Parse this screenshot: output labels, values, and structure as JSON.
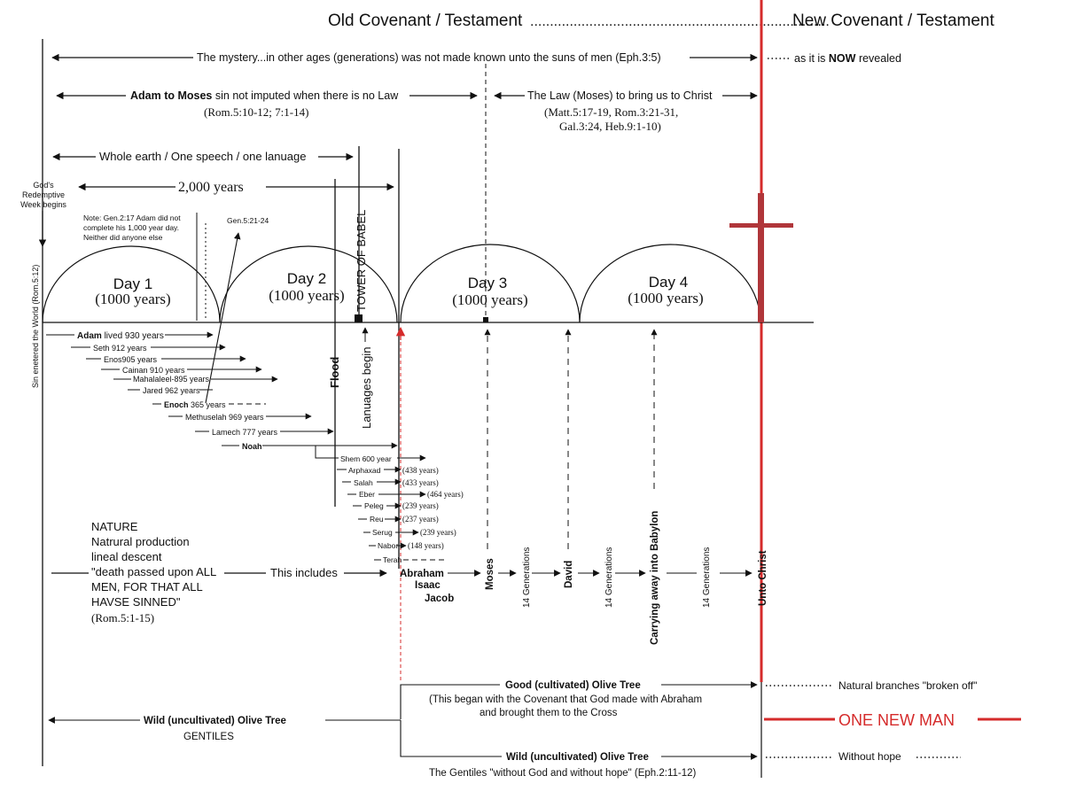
{
  "header": {
    "old_covenant": "Old Covenant / Testament",
    "dots": "............................................................................",
    "new_covenant": "New Covenant / Testament"
  },
  "mystery": {
    "text": "The mystery...in other ages (generations) was not made known unto the suns of men (Eph.3:5)",
    "revealed_prefix": "as it is ",
    "revealed_bold": "NOW",
    "revealed_suffix": " revealed"
  },
  "adam_moses": {
    "bold": "Adam to Moses",
    "text": " sin not imputed when there is no Law",
    "ref": "(Rom.5:10-12; 7:1-14)"
  },
  "law": {
    "line1": "The Law (Moses)  to bring us to Christ",
    "line2": "(Matt.5:17-19, Rom.3:21-31,",
    "line3": "Gal.3:24, Heb.9:1-10)"
  },
  "whole_earth": "Whole earth / One speech / one lanuage",
  "two_thousand": "2,000 years",
  "redemptive": [
    "God's",
    "Redemptive",
    "Week begins"
  ],
  "note": [
    "Note: Gen.2:17 Adam did not",
    "complete his 1,000 year day.",
    "Neither did anyone else"
  ],
  "gen_ref": "Gen.5:21-24",
  "days": [
    {
      "name": "Day 1",
      "years": "(1000 years)"
    },
    {
      "name": "Day 2",
      "years": "(1000 years)"
    },
    {
      "name": "Day 3",
      "years": "(1000 years)"
    },
    {
      "name": "Day 4",
      "years": "(1000 years)"
    }
  ],
  "tower": "TOWER OF BABEL",
  "sin_entered": "Sin enetered the World  (Rom.5:12)",
  "flood": "Flood",
  "languages": "Lanuages begin",
  "patriarchs": [
    {
      "name": "Adam",
      "years": " lived 930 years",
      "bold": true
    },
    {
      "name": "Seth",
      "years": " 912  years",
      "bold": false
    },
    {
      "name": "Enos",
      "years": "905 years",
      "bold": false
    },
    {
      "name": "Cainan",
      "years": " 910 years",
      "bold": false
    },
    {
      "name": "Mahalaleel",
      "years": "-895 years",
      "bold": false
    },
    {
      "name": "Jared",
      "years": " 962 years",
      "bold": false
    },
    {
      "name": "Enoch",
      "years": " 365 years",
      "bold": true
    },
    {
      "name": "Methuselah",
      "years": " 969 years",
      "bold": false
    },
    {
      "name": "Lamech",
      "years": " 777 years",
      "bold": false
    },
    {
      "name": "Noah",
      "years": "",
      "bold": true
    }
  ],
  "post_flood": [
    {
      "name": "Shem",
      "years": " 600 year"
    },
    {
      "name": "Arphaxad",
      "years": "(438 years)"
    },
    {
      "name": "Salah",
      "years": "(433 years)"
    },
    {
      "name": "Eber",
      "years": "(464 years)"
    },
    {
      "name": "Peleg",
      "years": "(239 years)"
    },
    {
      "name": "Reu",
      "years": "(237 years)"
    },
    {
      "name": "Serug",
      "years": "(239 years)"
    },
    {
      "name": "Nabor",
      "years": "(148 years)"
    },
    {
      "name": "Terah",
      "years": ""
    }
  ],
  "nature": {
    "lines": [
      "NATURE",
      "Natrural production",
      "lineal descent",
      "\"death passed upon ALL",
      "MEN, FOR THAT ALL",
      "HAVSE SINNED\""
    ],
    "ref": "(Rom.5:1-15)"
  },
  "this_includes": "This includes",
  "abraham": [
    "Abraham",
    "Isaac",
    "Jacob"
  ],
  "lineage": {
    "moses": "Moses",
    "gen14": "14 Generations",
    "david": "David",
    "babylon": "Carrying away into Babylon",
    "christ": "Unto Christ"
  },
  "olive": {
    "good": "Good (cultivated) Olive Tree",
    "good_desc1": "(This began with the Covenant that God made with Abraham",
    "good_desc2": "and brought them to the Cross",
    "natural_branches": "Natural branches \"broken off\"",
    "one_new_man": "ONE NEW MAN",
    "wild_left": "Wild (uncultivated) Olive Tree",
    "gentiles": "GENTILES",
    "wild_right": "Wild (uncultivated) Olive Tree",
    "without_hope": "Without hope",
    "gentiles_quote": "The Gentiles \"without God and without hope\" (Eph.2:11-12)"
  },
  "colors": {
    "red": "#d52b2b",
    "cross": "#b0363a",
    "ink": "#111111"
  }
}
